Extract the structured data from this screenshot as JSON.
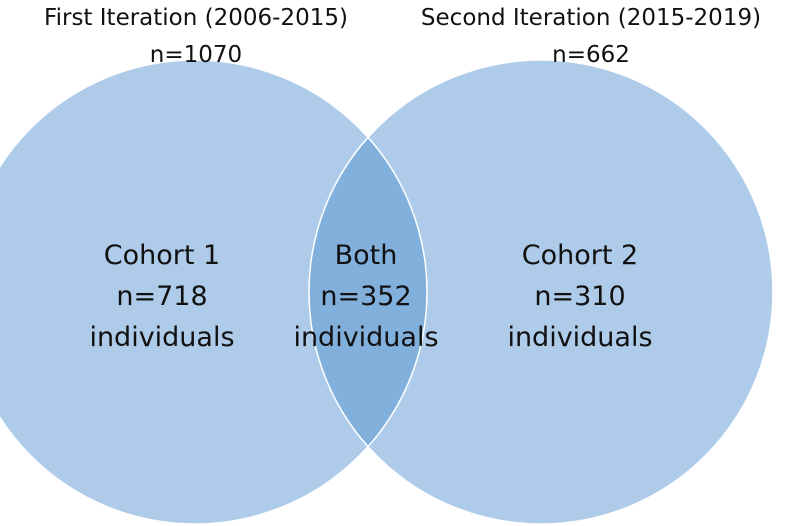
{
  "sets": [
    {
      "title": "First Iteration (2006-2015)",
      "total": "n=1070"
    },
    {
      "title": "Second Iteration (2015-2019)",
      "total": "n=662"
    }
  ],
  "regions": {
    "left": {
      "label": "Cohort 1",
      "count": "n=718",
      "unit": "individuals"
    },
    "overlap": {
      "label": "Both",
      "count": "n=352",
      "unit": "individuals"
    },
    "right": {
      "label": "Cohort 2",
      "count": "n=310",
      "unit": "individuals"
    }
  },
  "colors": {
    "set_fill": "#aecbe9",
    "overlap_fill": "#82b0dd",
    "outline": "#ffffff"
  }
}
